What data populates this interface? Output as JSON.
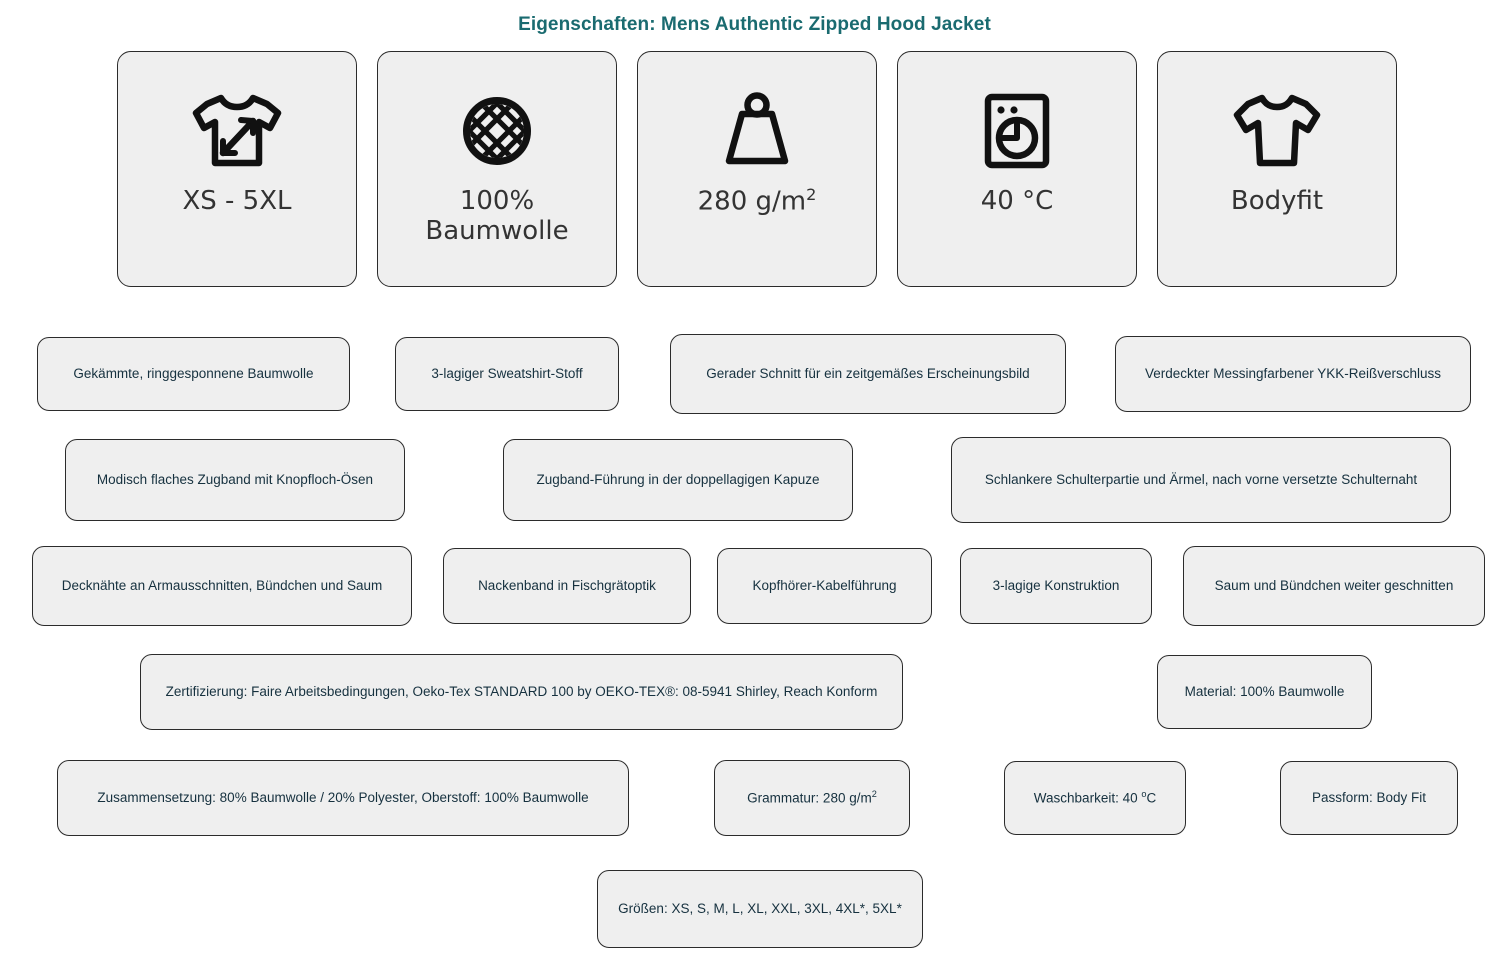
{
  "title": "Eigenschaften: Mens Authentic Zipped Hood Jacket",
  "theme": {
    "title_color": "#1a6b70",
    "box_fill": "#efefef",
    "box_border": "#2b2b2b",
    "text_color": "#16313f",
    "icon_color": "#111111",
    "page_background": "#ffffff"
  },
  "icon_cards": [
    {
      "icon": "tshirt-size-arrow-icon",
      "label_line1": "XS - 5XL",
      "label_line2": ""
    },
    {
      "icon": "cotton-weave-circle-icon",
      "label_line1": "100%",
      "label_line2": "Baumwolle"
    },
    {
      "icon": "weight-icon",
      "label_line1": "280 g/m",
      "label_line2": "",
      "superscript": "2"
    },
    {
      "icon": "washing-machine-icon",
      "label_line1": "40 °C",
      "label_line2": ""
    },
    {
      "icon": "tshirt-bodyfit-icon",
      "label_line1": "Bodyfit",
      "label_line2": ""
    }
  ],
  "feature_rows": [
    {
      "row": 1,
      "items": [
        {
          "text": "Gekämmte, ringgesponnene Baumwolle"
        },
        {
          "text": "3-lagiger Sweatshirt-Stoff"
        },
        {
          "text": "Gerader Schnitt für ein zeitgemäßes Erscheinungsbild"
        },
        {
          "text": "Verdeckter Messingfarbener YKK-Reißverschluss"
        }
      ]
    },
    {
      "row": 2,
      "items": [
        {
          "text": "Modisch flaches Zugband mit Knopfloch-Ösen"
        },
        {
          "text": "Zugband-Führung in der doppellagigen Kapuze"
        },
        {
          "text": "Schlankere Schulterpartie und Ärmel, nach vorne versetzte Schulternaht"
        }
      ]
    },
    {
      "row": 3,
      "items": [
        {
          "text": "Decknähte an Armausschnitten, Bündchen und Saum"
        },
        {
          "text": "Nackenband in Fischgrätoptik"
        },
        {
          "text": "Kopfhörer-Kabelführung"
        },
        {
          "text": "3-lagige Konstruktion"
        },
        {
          "text": "Saum und Bündchen weiter geschnitten"
        }
      ]
    },
    {
      "row": 4,
      "items": [
        {
          "text": "Zertifizierung: Faire Arbeitsbedingungen, Oeko-Tex STANDARD 100 by OEKO-TEX®: 08-5941 Shirley, Reach Konform"
        },
        {
          "text": "Material: 100% Baumwolle"
        }
      ]
    },
    {
      "row": 5,
      "items": [
        {
          "text": "Zusammensetzung: 80% Baumwolle / 20% Polyester, Oberstoff: 100% Baumwolle"
        },
        {
          "text_prefix": "Grammatur: 280 g/m",
          "superscript": "2"
        },
        {
          "text_prefix": "Waschbarkeit: 40 ",
          "superscript": "o",
          "text_suffix": "C"
        },
        {
          "text": "Passform: Body Fit"
        }
      ]
    },
    {
      "row": 6,
      "items": [
        {
          "text": "Größen: XS, S, M, L, XL, XXL, 3XL, 4XL*, 5XL*"
        }
      ]
    }
  ]
}
